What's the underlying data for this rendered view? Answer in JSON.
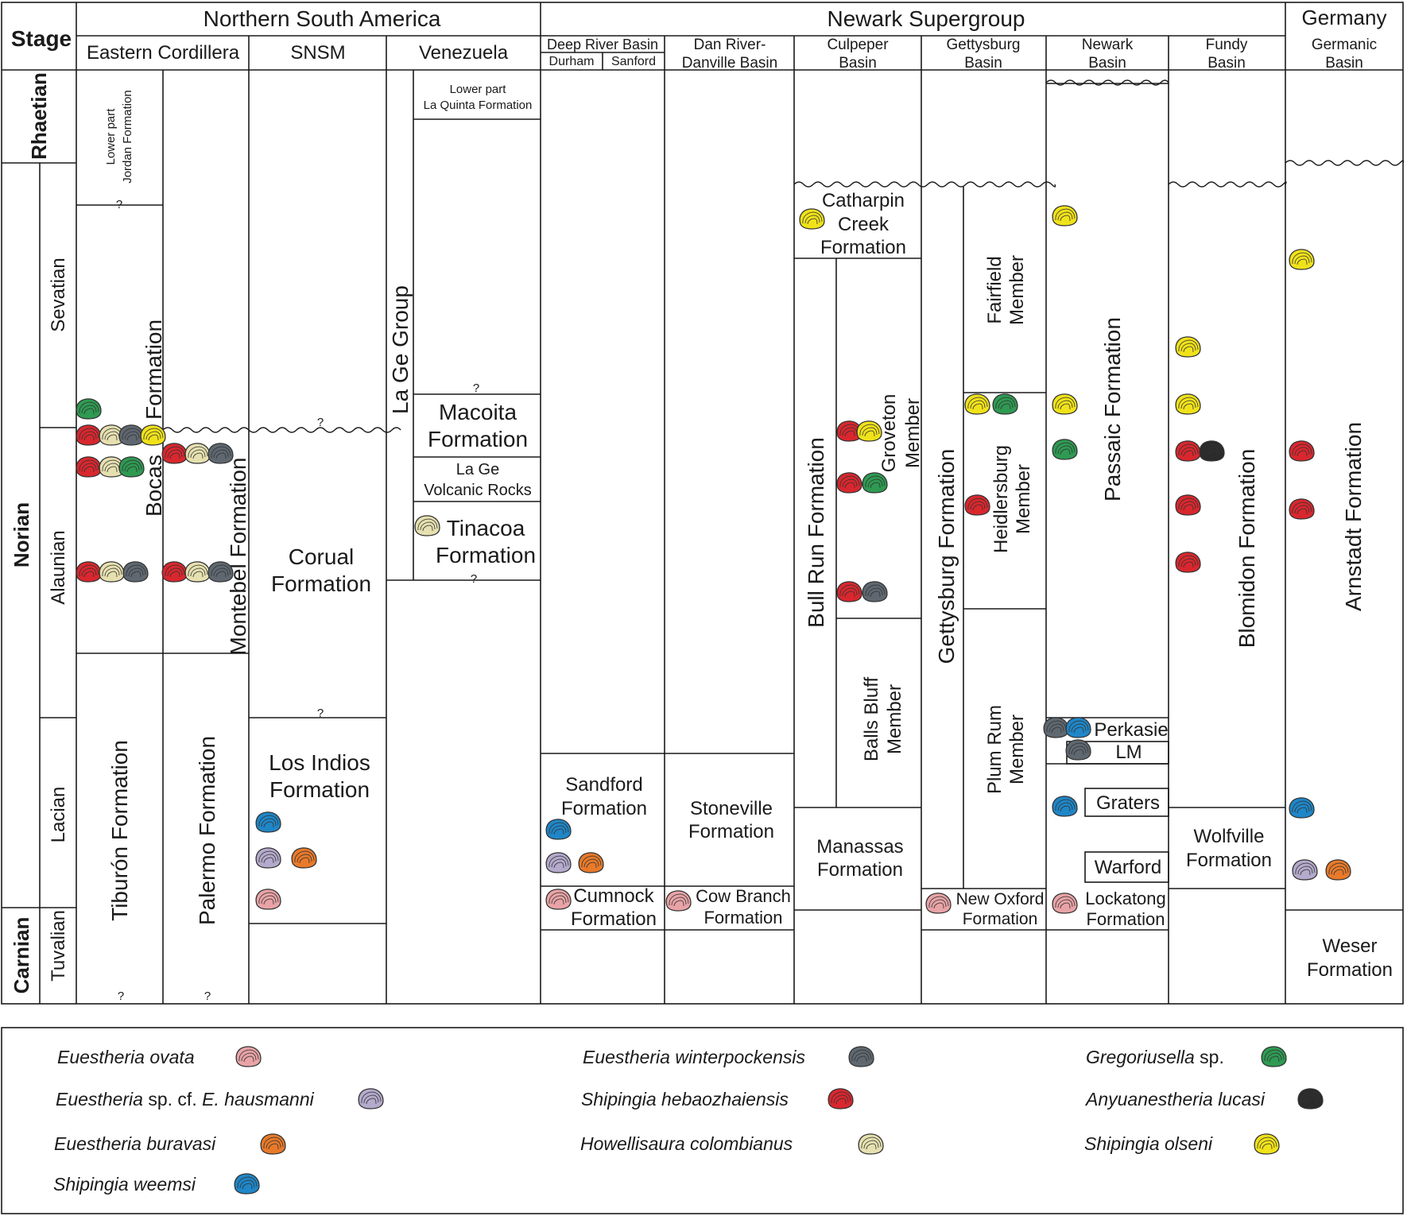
{
  "header": {
    "stage_label": "Stage",
    "groups": {
      "nsa": "Northern South America",
      "newark": "Newark Supergroup",
      "germany": "Germany"
    },
    "columns": {
      "eastern_cordillera": "Eastern Cordillera",
      "snsm": "SNSM",
      "venezuela": "Venezuela",
      "deep_river": "Deep River Basin",
      "durham": "Durham",
      "sanford": "Sanford",
      "dan_river_1": "Dan River-",
      "dan_river_2": "Danville Basin",
      "culpeper_1": "Culpeper",
      "culpeper_2": "Basin",
      "gettysburg_1": "Gettysburg",
      "gettysburg_2": "Basin",
      "newark_1": "Newark",
      "newark_2": "Basin",
      "fundy_1": "Fundy",
      "fundy_2": "Basin",
      "germanic_1": "Germanic",
      "germanic_2": "Basin"
    }
  },
  "stages": {
    "rhaetian": "Rhaetian",
    "norian": "Norian",
    "carnian": "Carnian"
  },
  "substages": {
    "sevatian": "Sevatian",
    "alaunian": "Alaunian",
    "lacian": "Lacian",
    "tuvalian": "Tuvalian"
  },
  "formations": {
    "jordan_1": "Lower part",
    "jordan_2": "Jordan Formation",
    "bocas_1": "Bocas",
    "bocas_2": "Formation",
    "tiburon": "Tiburón Formation",
    "montebel": "Montebel Formation",
    "palermo": "Palermo Formation",
    "corual_1": "Corual",
    "corual_2": "Formation",
    "losindios_1": "Los Indios",
    "losindios_2": "Formation",
    "lage_group": "La Ge Group",
    "quinta_1": "Lower part",
    "quinta_2": "La Quinta Formation",
    "macoita_1": "Macoita",
    "macoita_2": "Formation",
    "lagevolc_1": "La Ge",
    "lagevolc_2": "Volcanic Rocks",
    "tinacoa_1": "Tinacoa",
    "tinacoa_2": "Formation",
    "sandford_1": "Sandford",
    "sandford_2": "Formation",
    "cumnock_1": "Cumnock",
    "cumnock_2": "Formation",
    "stoneville_1": "Stoneville",
    "stoneville_2": "Formation",
    "cowbranch_1": "Cow Branch",
    "cowbranch_2": "Formation",
    "catharpin_1": "Catharpin",
    "catharpin_2": "Creek",
    "catharpin_3": "Formation",
    "bullrun": "Bull Run Formation",
    "groveton_1": "Groveton",
    "groveton_2": "Member",
    "ballsbluff_1": "Balls Bluff",
    "ballsbluff_2": "Member",
    "manassas_1": "Manassas",
    "manassas_2": "Formation",
    "gettysburg": "Gettysburg Formation",
    "fairfield_1": "Fairfield",
    "fairfield_2": "Member",
    "heidlersburg_1": "Heidlersburg",
    "heidlersburg_2": "Member",
    "plumrum_1": "Plum Rum",
    "plumrum_2": "Member",
    "newoxford_1": "New Oxford",
    "newoxford_2": "Formation",
    "passaic": "Passaic Formation",
    "perkasie": "Perkasie",
    "lm": "LM",
    "graters": "Graters",
    "warford": "Warford",
    "lockatong_1": "Lockatong",
    "lockatong_2": "Formation",
    "blomidon": "Blomidon Formation",
    "wolfville_1": "Wolfville",
    "wolfville_2": "Formation",
    "arnstadt": "Arnstadt Formation",
    "weser_1": "Weser",
    "weser_2": "Formation"
  },
  "uncertain_mark": "?",
  "species": {
    "ovata": {
      "name": "Euestheria ovata",
      "color": "#e8a3a6"
    },
    "hausmanni": {
      "name_prefix": "Euestheria",
      "name_mid": " sp. cf. ",
      "name_suffix": "E. hausmanni",
      "color": "#b4aacc"
    },
    "buravasi": {
      "name": "Euestheria buravasi",
      "color": "#e87a2a"
    },
    "weemsi": {
      "name": "Shipingia weemsi",
      "color": "#1f86c7"
    },
    "winterpockensis": {
      "name": "Euestheria winterpockensis",
      "color": "#5f6870"
    },
    "hebaozhaiensis": {
      "name": "Shipingia hebaozhaiensis",
      "color": "#d9272e"
    },
    "colombianus": {
      "name": "Howellisaura colombianus",
      "color": "#e6e0b0"
    },
    "gregoriusella": {
      "name_prefix": "Gregoriusella",
      "name_suffix": " sp.",
      "color": "#2e9a52"
    },
    "lucasi": {
      "name": "Anyuanestheria lucasi",
      "color": "#2b2b2b"
    },
    "olseni": {
      "name": "Shipingia olseni",
      "color": "#f0e21a"
    }
  }
}
